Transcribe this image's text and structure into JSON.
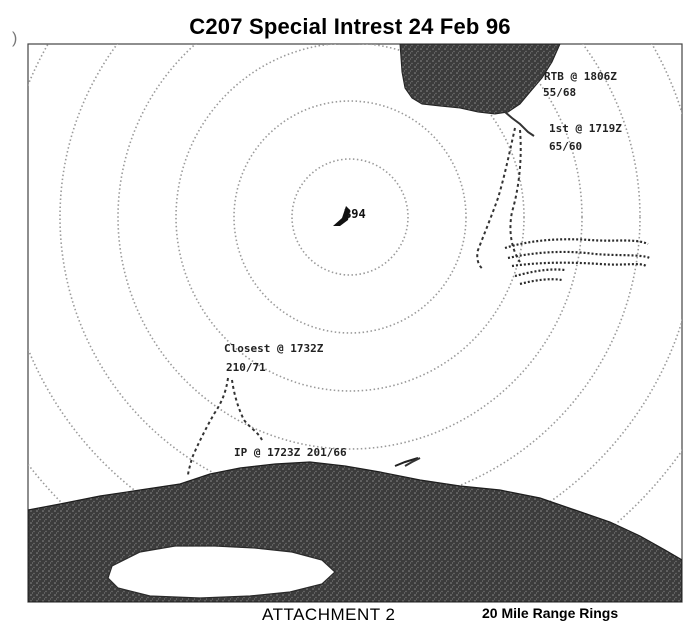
{
  "title": "C207 Special Intrest 24 Feb 96",
  "corner_mark": ")",
  "labels": {
    "center": "B94",
    "rtb": "RTB @ 1806Z",
    "rtb_value": "55/68",
    "first": "1st @ 1719Z",
    "first_value": "65/60",
    "closest": "Closest @ 1732Z",
    "closest_value": "210/71",
    "ip": "IP @ 1723Z 201/66"
  },
  "footer": {
    "attachment": "ATTACHMENT 2",
    "range_rings": "20 Mile Range Rings"
  },
  "colors": {
    "ink": "#000000",
    "land": "#3a3a3a",
    "ring": "#9a9a9a"
  }
}
